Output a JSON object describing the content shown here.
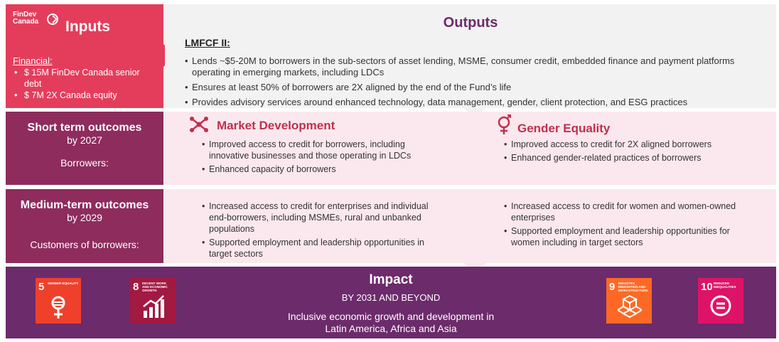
{
  "inputs": {
    "logo_line1": "FinDev",
    "logo_line2": "Canada",
    "title": "Inputs",
    "financial_label": "Financial:",
    "items": [
      "$ 15M FinDev Canada senior debt",
      "$ 7M 2X Canada equity"
    ]
  },
  "outputs": {
    "title": "Outputs",
    "fund": "LMFCF II:",
    "items": [
      "Lends ~$5-20M to borrowers in the sub-sectors of asset lending, MSME, consumer credit, embedded finance and payment platforms operating in emerging markets, including LDCs",
      "Ensures at least 50% of borrowers are 2X aligned by the end of the Fund’s life",
      "Provides advisory services around enhanced technology, data management, gender, client protection, and ESG practices"
    ]
  },
  "short_term": {
    "title": "Short term outcomes",
    "by": "by 2027",
    "audience": "Borrowers:",
    "market": {
      "heading": "Market Development",
      "items": [
        "Improved access to credit for borrowers, including innovative businesses and those operating in LDCs",
        "Enhanced capacity of borrowers"
      ]
    },
    "gender": {
      "heading": "Gender Equality",
      "items": [
        "Improved access to credit for 2X aligned borrowers",
        "Enhanced gender-related practices of borrowers"
      ]
    }
  },
  "medium_term": {
    "title": "Medium-term outcomes",
    "by": "by 2029",
    "audience": "Customers of borrowers:",
    "market_items": [
      "Increased access to credit for enterprises and individual end-borrowers, including MSMEs, rural and unbanked populations",
      "Supported employment and leadership opportunities in target sectors"
    ],
    "gender_items": [
      "Increased access to credit for women and women-owned enterprises",
      "Supported employment and leadership opportunities for women including in target sectors"
    ]
  },
  "impact": {
    "title": "Impact",
    "subtitle": "BY 2031 AND BEYOND",
    "description": "Inclusive economic growth and development in Latin America, Africa and Asia"
  },
  "sdgs": [
    {
      "number": "5",
      "label": "GENDER EQUALITY",
      "color": "#ef402b",
      "icon": "gender-equality-icon"
    },
    {
      "number": "8",
      "label": "DECENT WORK AND ECONOMIC GROWTH",
      "color": "#a21942",
      "icon": "economic-growth-icon"
    },
    {
      "number": "9",
      "label": "INDUSTRY, INNOVATION AND INFRASTRUCTURE",
      "color": "#fd6925",
      "icon": "infrastructure-icon"
    },
    {
      "number": "10",
      "label": "REDUCED INEQUALITIES",
      "color": "#dd1367",
      "icon": "reduced-inequalities-icon"
    }
  ]
}
